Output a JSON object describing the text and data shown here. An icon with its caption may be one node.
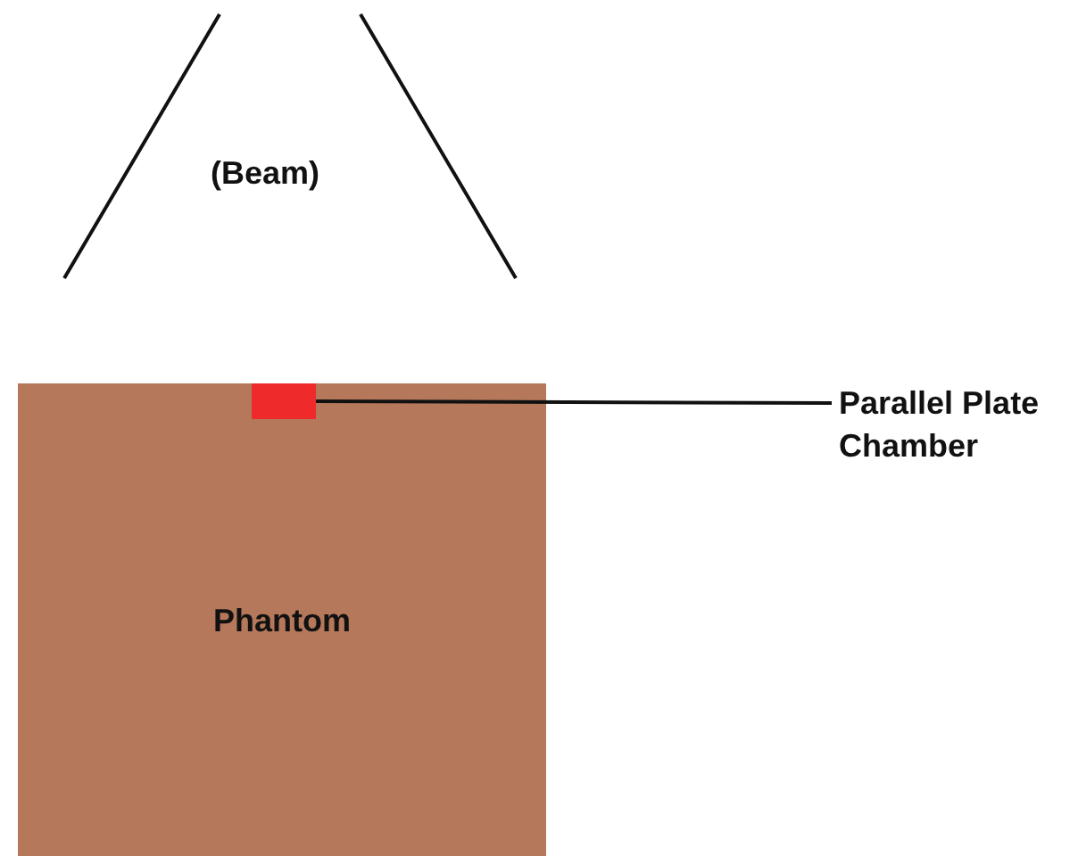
{
  "diagram": {
    "nodes": [
      {
        "text": [
          "Phantom"
        ]
      },
      {
        "text": [],
        "shape": "box",
        "in": 0
      },
      {
        "text": [
          "Parallel Plate Chamber"
        ]
      }
    ],
    "edges": [
      {
        "from": 2,
        "to": 1,
        "arrow": "none"
      }
    ],
    "labels": [
      "(Beam)"
    ]
  }
}
